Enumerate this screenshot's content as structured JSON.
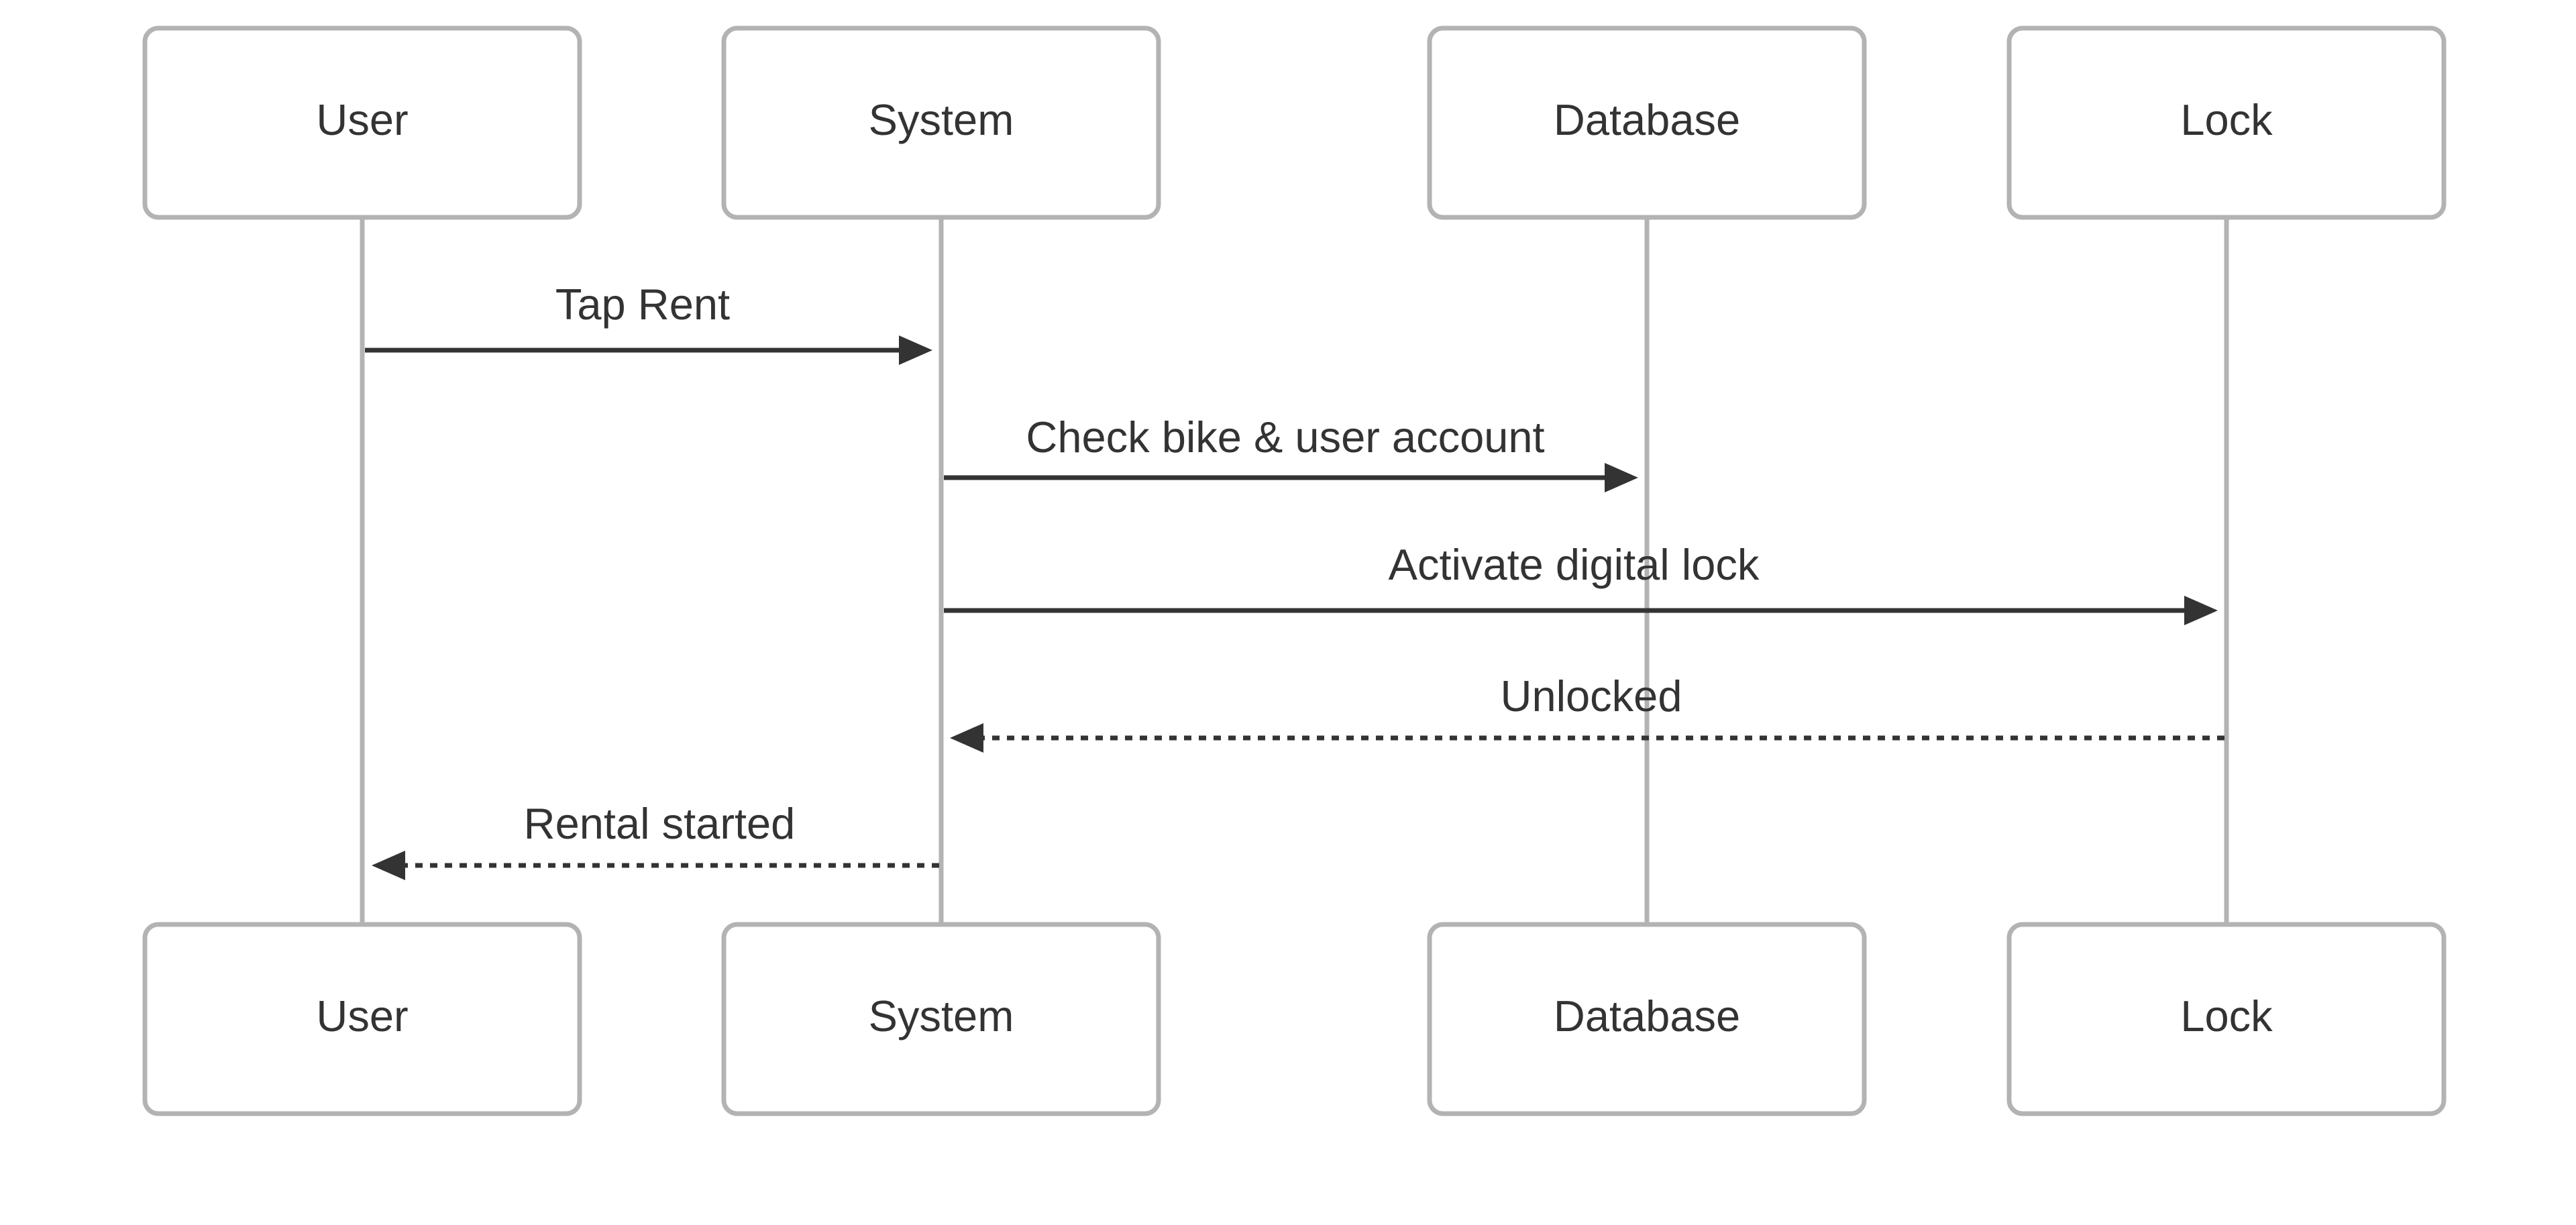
{
  "diagram": {
    "type": "sequence",
    "colors": {
      "box_stroke": "#b3b3b3",
      "lifeline": "#b3b3b3",
      "message": "#333333",
      "text": "#333333",
      "background": "#ffffff"
    },
    "participants": [
      {
        "id": "user",
        "label": "User"
      },
      {
        "id": "system",
        "label": "System"
      },
      {
        "id": "database",
        "label": "Database"
      },
      {
        "id": "lock",
        "label": "Lock"
      }
    ],
    "messages": [
      {
        "from": "user",
        "to": "system",
        "label": "Tap Rent",
        "style": "solid"
      },
      {
        "from": "system",
        "to": "database",
        "label": "Check bike & user account",
        "style": "solid"
      },
      {
        "from": "system",
        "to": "lock",
        "label": "Activate digital lock",
        "style": "solid"
      },
      {
        "from": "lock",
        "to": "system",
        "label": "Unlocked",
        "style": "dashed"
      },
      {
        "from": "system",
        "to": "user",
        "label": "Rental started",
        "style": "dashed"
      }
    ]
  }
}
